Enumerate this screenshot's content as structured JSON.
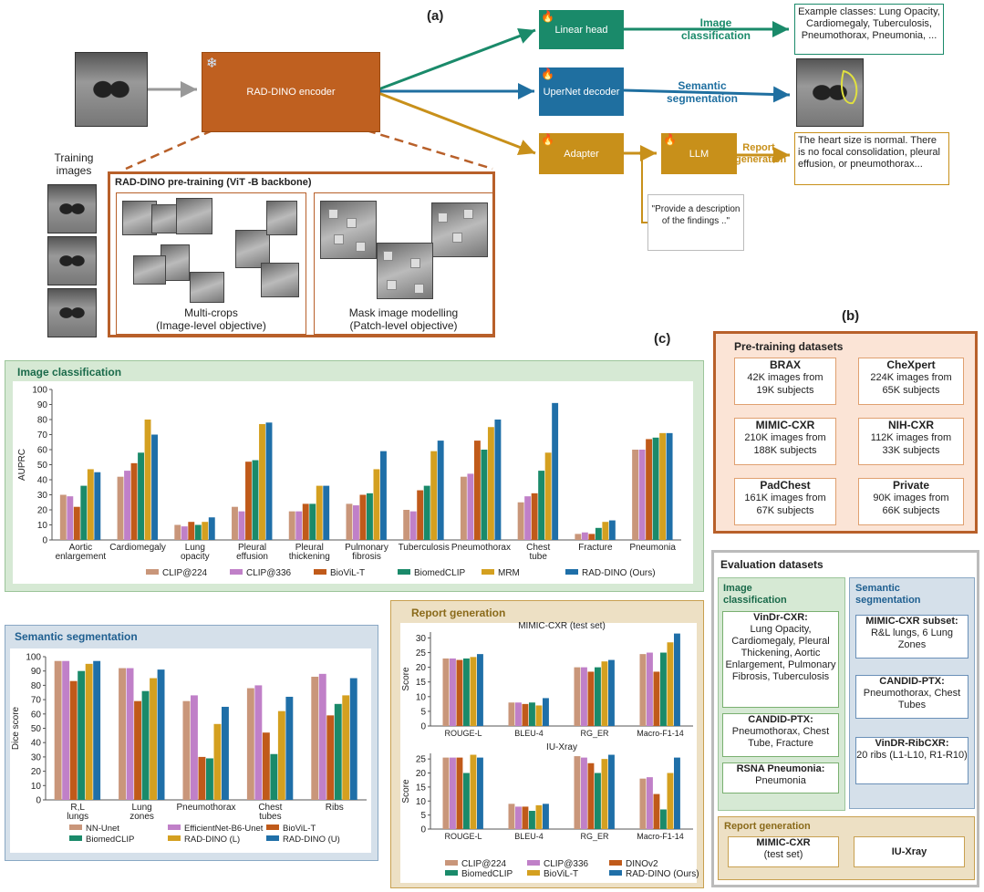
{
  "labels": {
    "a": "(a)",
    "b": "(b)",
    "c": "(c)"
  },
  "pipeline": {
    "encoder": "RAD-DINO encoder",
    "snowflake_icon": "❄",
    "fire_icon": "🔥",
    "training_images": "Training images",
    "linear_head": "Linear head",
    "upernet": "UperNet decoder",
    "adapter": "Adapter",
    "llm": "LLM",
    "image_classification": "Image classification",
    "semantic_segmentation": "Semantic segmentation",
    "report_generation": "Report generation",
    "example_classes": "Example classes: Lung Opacity, Cardiomegaly, Tuberculosis, Pneumothorax,  Pneumonia, ...",
    "report_text": "The heart size is normal. There is no focal consolidation, pleural effusion, or pneumothorax...",
    "prompt_text": "\"Provide a description of the findings ..\"",
    "pretraining_title": "RAD-DINO pre-training (ViT -B backbone)",
    "multicrops": "Multi-crops",
    "multicrops_sub": "(Image-level objective)",
    "mim": "Mask image modelling",
    "mim_sub": "(Patch-level objective)"
  },
  "datasets": {
    "pretraining_title": "Pre-training datasets",
    "items": [
      {
        "name": "BRAX",
        "l1": "42K images from",
        "l2": "19K subjects"
      },
      {
        "name": "CheXpert",
        "l1": "224K images from",
        "l2": "65K subjects"
      },
      {
        "name": "MIMIC-CXR",
        "l1": "210K images from",
        "l2": "188K subjects"
      },
      {
        "name": "NIH-CXR",
        "l1": "112K images from",
        "l2": "33K subjects"
      },
      {
        "name": "PadChest",
        "l1": "161K images from",
        "l2": "67K subjects"
      },
      {
        "name": "Private",
        "l1": "90K images from",
        "l2": "66K subjects"
      }
    ],
    "eval_title": "Evaluation datasets",
    "img_cls_title": "Image classification",
    "seg_title": "Semantic segmentation",
    "rg_title": "Report generation",
    "vindr_title": "VinDr-CXR:",
    "vindr_body": "Lung Opacity, Cardiomegaly, Pleural Thickening, Aortic Enlargement, Pulmonary Fibrosis, Tuberculosis",
    "candid_title": "CANDID-PTX:",
    "candid_body": "Pneumothorax, Chest Tube, Fracture",
    "rsna_title": "RSNA Pneumonia:",
    "rsna_body": "Pneumonia",
    "mimic_sub_title": "MIMIC-CXR subset:",
    "mimic_sub_body": "R&L lungs, 6 Lung Zones",
    "candid2_title": "CANDID-PTX:",
    "candid2_body": "Pneumothorax, Chest Tubes",
    "ribs_title": "VinDR-RibCXR:",
    "ribs_body": "20 ribs (L1-L10, R1-R10)",
    "rg_mimic": "MIMIC-CXR",
    "rg_mimic_sub": "(test set)",
    "rg_iu": "IU-Xray"
  },
  "colors": {
    "orange": "#bf6020",
    "teal": "#1a8a6a",
    "blue": "#1f6fa0",
    "gold": "#c8901a",
    "c_clip224": "#c9967a",
    "c_clip336": "#c080c8",
    "c_biovil": "#c05a1a",
    "c_biomed": "#1a8a6a",
    "c_mrm": "#d4a020",
    "c_rad": "#1f6fa8",
    "c_nnunet": "#c9967a",
    "c_effnet": "#c080c8",
    "c_radl": "#d4a020",
    "c_dinov2": "#c05a1a",
    "c_biovilt_rg": "#d4a020"
  },
  "chart_data": [
    {
      "type": "bar",
      "title": "Image classification",
      "ylabel": "AUPRC",
      "ylim": [
        0,
        100
      ],
      "yticks": [
        0,
        10,
        20,
        30,
        40,
        50,
        60,
        70,
        80,
        90,
        100
      ],
      "categories": [
        "Aortic enlargement",
        "Cardiomegaly",
        "Lung opacity",
        "Pleural effusion",
        "Pleural thickening",
        "Pulmonary fibrosis",
        "Tuberculosis",
        "Pneumothorax",
        "Chest tube",
        "Fracture",
        "Pneumonia"
      ],
      "cat_lines": [
        [
          "Aortic",
          "enlargement"
        ],
        [
          "Cardiomegaly"
        ],
        [
          "Lung",
          "opacity"
        ],
        [
          "Pleural",
          "effusion"
        ],
        [
          "Pleural",
          "thickening"
        ],
        [
          "Pulmonary",
          "fibrosis"
        ],
        [
          "Tuberculosis"
        ],
        [
          "Pneumothorax"
        ],
        [
          "Chest",
          "tube"
        ],
        [
          "Fracture"
        ],
        [
          "Pneumonia"
        ]
      ],
      "series": [
        {
          "name": "CLIP@224",
          "color": "#c9967a",
          "values": [
            30,
            42,
            10,
            22,
            19,
            24,
            20,
            42,
            25,
            4,
            60
          ]
        },
        {
          "name": "CLIP@336",
          "color": "#c080c8",
          "values": [
            29,
            46,
            9,
            19,
            19,
            23,
            19,
            44,
            29,
            5,
            60
          ]
        },
        {
          "name": "BioViL-T",
          "color": "#c05a1a",
          "values": [
            22,
            51,
            12,
            52,
            24,
            30,
            33,
            66,
            31,
            4,
            67
          ]
        },
        {
          "name": "BiomedCLIP",
          "color": "#1a8a6a",
          "values": [
            36,
            58,
            10,
            53,
            24,
            31,
            36,
            60,
            46,
            8,
            68
          ]
        },
        {
          "name": "MRM",
          "color": "#d4a020",
          "values": [
            47,
            80,
            12,
            77,
            36,
            47,
            59,
            75,
            58,
            12,
            71
          ]
        },
        {
          "name": "RAD-DINO (Ours)",
          "color": "#1f6fa8",
          "values": [
            45,
            70,
            15,
            78,
            36,
            59,
            66,
            80,
            91,
            13,
            71
          ]
        }
      ]
    },
    {
      "type": "bar",
      "title": "Semantic segmentation",
      "ylabel": "Dice score",
      "ylim": [
        0,
        100
      ],
      "yticks": [
        0,
        10,
        20,
        30,
        40,
        50,
        60,
        70,
        80,
        90,
        100
      ],
      "categories": [
        "R,L lungs",
        "Lung zones",
        "Pneumothorax",
        "Chest tubes",
        "Ribs"
      ],
      "cat_lines": [
        [
          "R,L",
          "lungs"
        ],
        [
          "Lung",
          "zones"
        ],
        [
          "Pneumothorax"
        ],
        [
          "Chest",
          "tubes"
        ],
        [
          "Ribs"
        ]
      ],
      "series": [
        {
          "name": "NN-Unet",
          "color": "#c9967a",
          "values": [
            97,
            92,
            69,
            78,
            86
          ]
        },
        {
          "name": "EfficientNet-B6-Unet",
          "color": "#c080c8",
          "values": [
            97,
            92,
            73,
            80,
            88
          ]
        },
        {
          "name": "BioViL-T",
          "color": "#c05a1a",
          "values": [
            83,
            69,
            30,
            47,
            59
          ]
        },
        {
          "name": "BiomedCLIP",
          "color": "#1a8a6a",
          "values": [
            90,
            76,
            29,
            32,
            67
          ]
        },
        {
          "name": "RAD-DINO (L)",
          "color": "#d4a020",
          "values": [
            95,
            85,
            53,
            62,
            73
          ]
        },
        {
          "name": "RAD-DINO (U)",
          "color": "#1f6fa8",
          "values": [
            97,
            91,
            65,
            72,
            85
          ]
        }
      ]
    },
    {
      "type": "bar",
      "title": "MIMIC-CXR (test set)",
      "ylabel": "Score",
      "ylim": [
        0,
        32
      ],
      "yticks": [
        0,
        5,
        10,
        15,
        20,
        25,
        30
      ],
      "categories": [
        "ROUGE-L",
        "BLEU-4",
        "RG_ER",
        "Macro-F1-14"
      ],
      "series": [
        {
          "name": "CLIP@224",
          "color": "#c9967a",
          "values": [
            23,
            8,
            20,
            24.5
          ]
        },
        {
          "name": "CLIP@336",
          "color": "#c080c8",
          "values": [
            23,
            8,
            20,
            25
          ]
        },
        {
          "name": "DINOv2",
          "color": "#c05a1a",
          "values": [
            22.5,
            7.5,
            18.5,
            18.5
          ]
        },
        {
          "name": "BiomedCLIP",
          "color": "#1a8a6a",
          "values": [
            23,
            8,
            20,
            25
          ]
        },
        {
          "name": "BioViL-T",
          "color": "#d4a020",
          "values": [
            23.5,
            7,
            22,
            28.5
          ]
        },
        {
          "name": "RAD-DINO (Ours)",
          "color": "#1f6fa8",
          "values": [
            24.5,
            9.5,
            22.5,
            31.5
          ]
        }
      ]
    },
    {
      "type": "bar",
      "title": "IU-Xray",
      "ylabel": "Score",
      "ylim": [
        0,
        27
      ],
      "yticks": [
        0,
        5,
        10,
        15,
        20,
        25
      ],
      "categories": [
        "ROUGE-L",
        "BLEU-4",
        "RG_ER",
        "Macro-F1-14"
      ],
      "series": [
        {
          "name": "CLIP@224",
          "color": "#c9967a",
          "values": [
            25.5,
            9,
            26,
            18
          ]
        },
        {
          "name": "CLIP@336",
          "color": "#c080c8",
          "values": [
            25.5,
            8,
            25.5,
            18.5
          ]
        },
        {
          "name": "DINOv2",
          "color": "#c05a1a",
          "values": [
            25.5,
            8,
            23.5,
            12.5
          ]
        },
        {
          "name": "BiomedCLIP",
          "color": "#1a8a6a",
          "values": [
            20,
            6.5,
            20,
            7
          ]
        },
        {
          "name": "BioViL-T",
          "color": "#d4a020",
          "values": [
            26.5,
            8.5,
            25,
            20
          ]
        },
        {
          "name": "RAD-DINO (Ours)",
          "color": "#1f6fa8",
          "values": [
            25.5,
            9,
            26.5,
            25.5
          ]
        }
      ]
    }
  ],
  "panels": {
    "cls_title": "Image classification",
    "seg_title": "Semantic segmentation",
    "rg_title": "Report generation"
  }
}
